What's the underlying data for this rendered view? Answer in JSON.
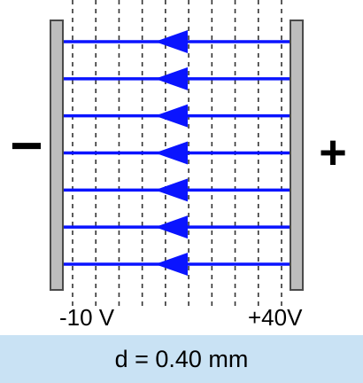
{
  "left_sign": "−",
  "right_sign": "+",
  "left_plate_voltage": "-10 V",
  "right_plate_voltage": "+40V",
  "separation": "d = 0.40 mm",
  "field_lines": 7,
  "equipotential_lines": 10,
  "colors": {
    "field_line": "#0a14ff",
    "plate_fill": "#bdbdbd",
    "plate_edge": "#4a4a4a",
    "equipotential": "#333333",
    "footer_bg": "#c9e2f4"
  }
}
